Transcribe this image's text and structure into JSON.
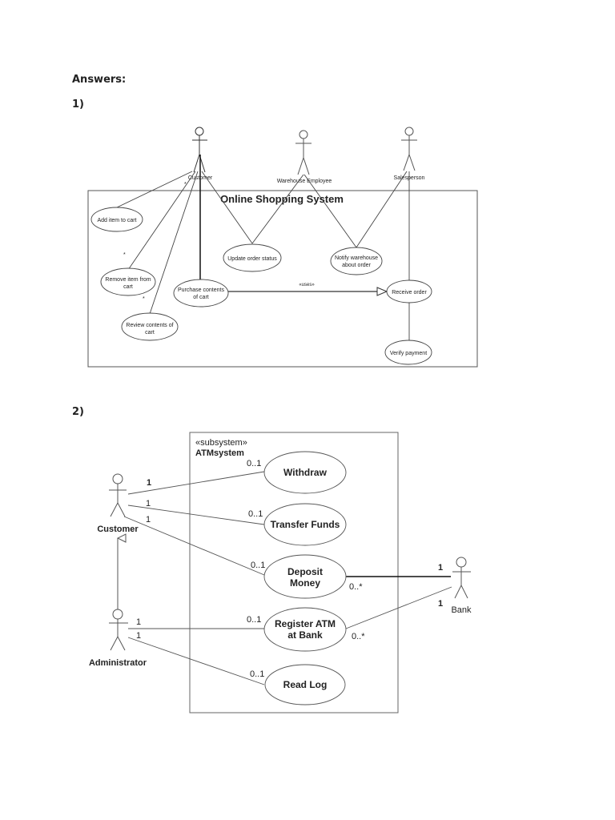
{
  "page": {
    "heading": "Answers:",
    "q1_label": "1)",
    "q2_label": "2)"
  },
  "diagram1": {
    "system_title": "Online Shopping System",
    "actors": {
      "customer": "Customer",
      "warehouse_employee": "Warehouse Employee",
      "salesperson": "Salesperson"
    },
    "use_cases": {
      "add_item": [
        "Add item to cart"
      ],
      "remove_item": [
        "Remove item from",
        "cart"
      ],
      "review_contents": [
        "Review contents of",
        "cart"
      ],
      "purchase_contents": [
        "Purchase contents",
        "of cart"
      ],
      "update_order_status": [
        "Update order status"
      ],
      "notify_warehouse": [
        "Notify warehouse",
        "about order"
      ],
      "receive_order": [
        "Receive order"
      ],
      "verify_payment": [
        "Verify payment"
      ]
    },
    "uses_label": "«uses»",
    "multiplicity_marks": [
      "*",
      "*",
      "*"
    ]
  },
  "diagram2": {
    "stereotype": "«subsystem»",
    "system_title": "ATMsystem",
    "actors": {
      "customer": "Customer",
      "administrator": "Administrator",
      "bank": "Bank"
    },
    "use_cases": {
      "withdraw": [
        "Withdraw"
      ],
      "transfer_funds": [
        "Transfer Funds"
      ],
      "deposit_money": [
        "Deposit",
        "Money"
      ],
      "register_atm": [
        "Register ATM",
        "at Bank"
      ],
      "read_log": [
        "Read Log"
      ]
    },
    "multiplicities": {
      "customer_withdraw_actor": "1",
      "customer_withdraw_uc": "0..1",
      "customer_transfer_actor": "1",
      "customer_transfer_uc": "0..1",
      "customer_deposit_actor": "1",
      "customer_deposit_uc": "0..1",
      "admin_register_actor": "1",
      "admin_register_uc": "0..1",
      "admin_readlog_actor": "1",
      "admin_readlog_uc": "0..1",
      "deposit_bank_uc": "0..*",
      "deposit_bank_actor": "1",
      "register_bank_uc": "0..*",
      "register_bank_actor": "1"
    }
  }
}
